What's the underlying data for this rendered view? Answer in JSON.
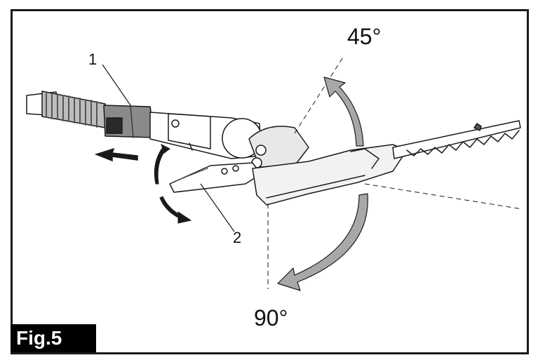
{
  "figure": {
    "label": "Fig.5",
    "callouts": [
      "1",
      "2"
    ],
    "angles": {
      "upper": "45°",
      "lower": "90°"
    },
    "colors": {
      "arrow_fill": "#a8a8a8",
      "line": "#1a1a1a",
      "badge_bg": "#000000"
    }
  }
}
